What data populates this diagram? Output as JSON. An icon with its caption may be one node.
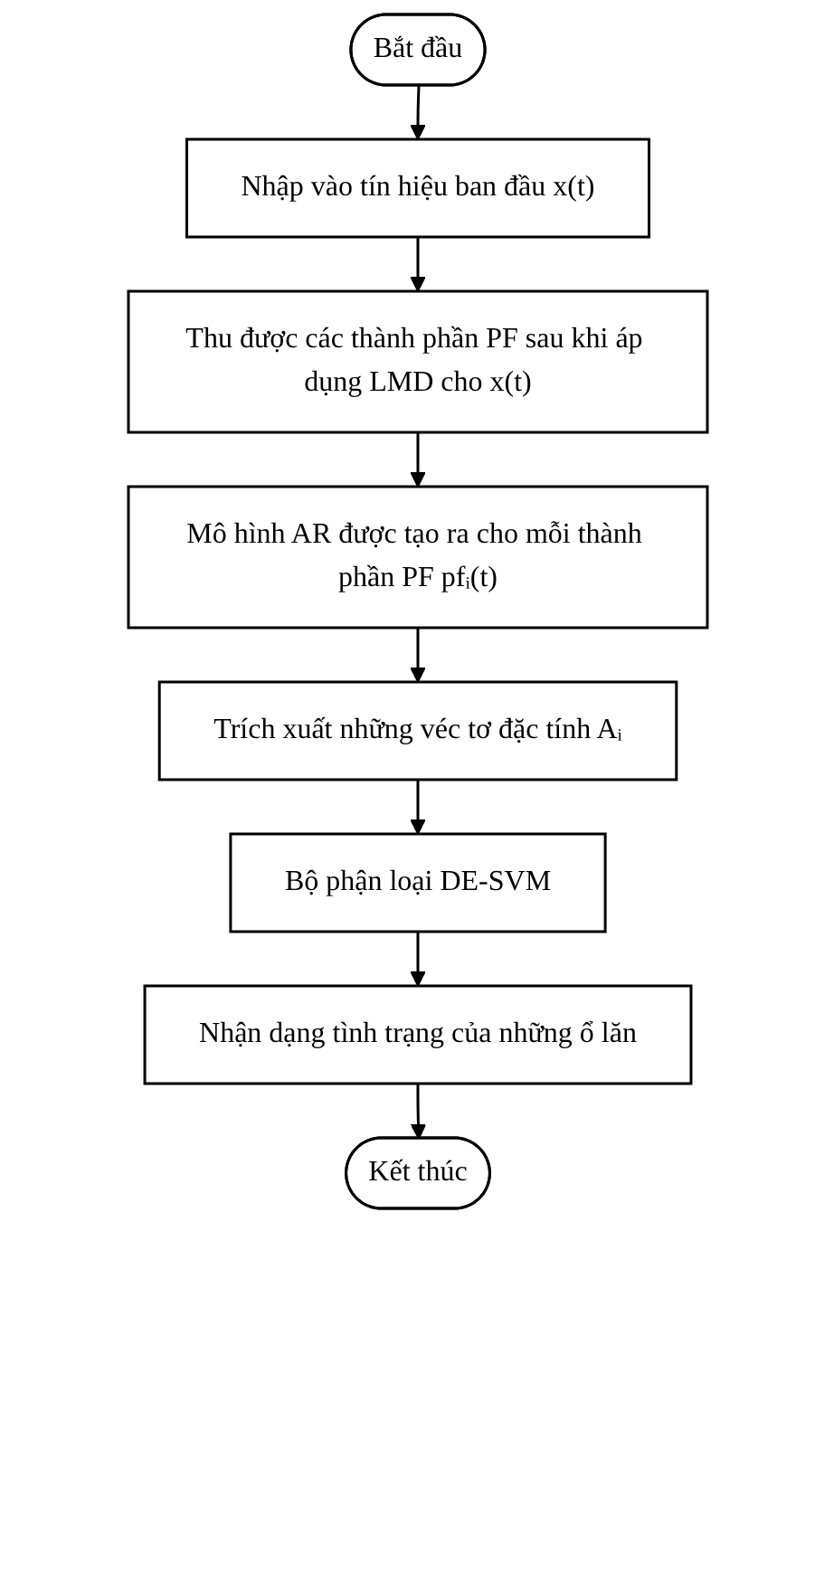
{
  "diagram": {
    "nodes": [
      {
        "text": [
          "Bắt đầu"
        ]
      },
      {
        "text": [
          "Nhập vào tín hiệu ban đầu x(t)"
        ]
      },
      {
        "text": [
          "Thu được các thành phần PF sau khi áp dụng LMD cho x(t)"
        ]
      },
      {
        "text": [
          "Mô hình AR được tạo ra cho mỗi thành phần PF pfᵢ(t)"
        ]
      },
      {
        "text": [
          "Trích xuất những véc tơ đặc tính Aᵢ"
        ]
      },
      {
        "text": [
          "Bộ phận loại DE-SVM"
        ]
      },
      {
        "text": [
          "Nhận dạng tình trạng của những ổ lăn"
        ]
      },
      {
        "text": [
          "Kết thúc"
        ]
      }
    ],
    "edges": [
      {
        "from": 0,
        "to": 1,
        "arrow": "to"
      },
      {
        "from": 1,
        "to": 2,
        "arrow": "to"
      },
      {
        "from": 2,
        "to": 3,
        "arrow": "to"
      },
      {
        "from": 3,
        "to": 4,
        "arrow": "to"
      },
      {
        "from": 4,
        "to": 5,
        "arrow": "to"
      },
      {
        "from": 5,
        "to": 6,
        "arrow": "to"
      },
      {
        "from": 6,
        "to": 7,
        "arrow": "to"
      }
    ]
  }
}
